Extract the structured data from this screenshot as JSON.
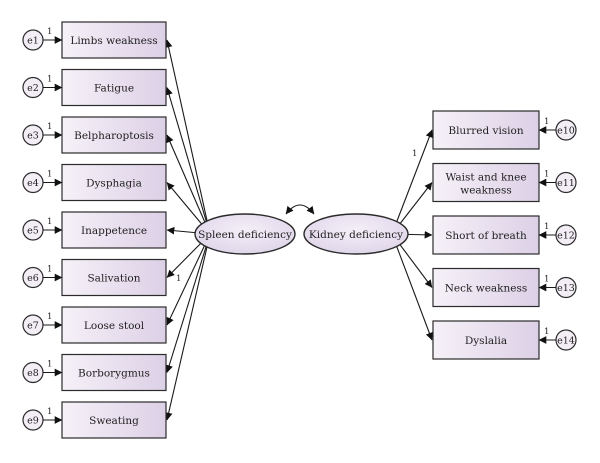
{
  "latent_left": {
    "label": "Spleen deficiency"
  },
  "latent_right": {
    "label": "Kidney deficiency"
  },
  "left_indicators": [
    {
      "label": "Limbs weakness",
      "error": "e1",
      "weight": "1"
    },
    {
      "label": "Fatigue",
      "error": "e2",
      "weight": "1"
    },
    {
      "label": "Belpharoptosis",
      "error": "e3",
      "weight": "1"
    },
    {
      "label": "Dysphagia",
      "error": "e4",
      "weight": "1"
    },
    {
      "label": "Inappetence",
      "error": "e5",
      "weight": "1"
    },
    {
      "label": "Salivation",
      "error": "e6",
      "weight": "1"
    },
    {
      "label": "Loose stool",
      "error": "e7",
      "weight": "1"
    },
    {
      "label": "Borborygmus",
      "error": "e8",
      "weight": "1"
    },
    {
      "label": "Sweating",
      "error": "e9",
      "weight": "1"
    }
  ],
  "right_indicators": [
    {
      "label": "Blurred vision",
      "error": "e10",
      "weight": "1"
    },
    {
      "label": "Waist and knee",
      "label2": "weakness",
      "error": "e11",
      "weight": "1"
    },
    {
      "label": "Short of breath",
      "error": "e12",
      "weight": "1"
    },
    {
      "label": "Neck weakness",
      "error": "e13",
      "weight": "1"
    },
    {
      "label": "Dyslalia",
      "error": "e14",
      "weight": "1"
    }
  ],
  "fixed_loadings": {
    "left": "1",
    "right": "1"
  }
}
